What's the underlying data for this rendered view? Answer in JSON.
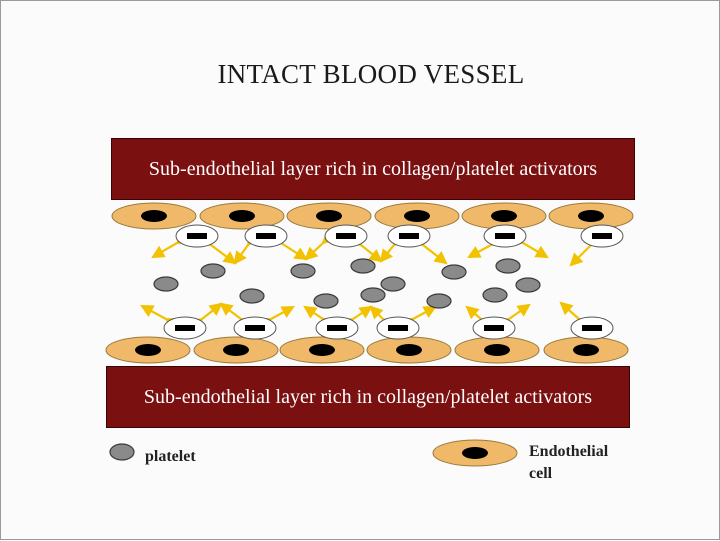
{
  "title": "INTACT BLOOD VESSEL",
  "layers": {
    "top": "Sub-endothelial layer rich in collagen/platelet activators",
    "bottom": "Sub-endothelial layer rich in collagen/platelet activators"
  },
  "legend": {
    "platelet": "platelet",
    "endothelial_line1": "Endothelial",
    "endothelial_line2": "cell"
  },
  "colors": {
    "layer": "#7a1010",
    "endothelial_cell": "#f0b96a",
    "nucleus": "#000000",
    "platelet": "#8a8a8a",
    "arrow": "#f2c200"
  }
}
